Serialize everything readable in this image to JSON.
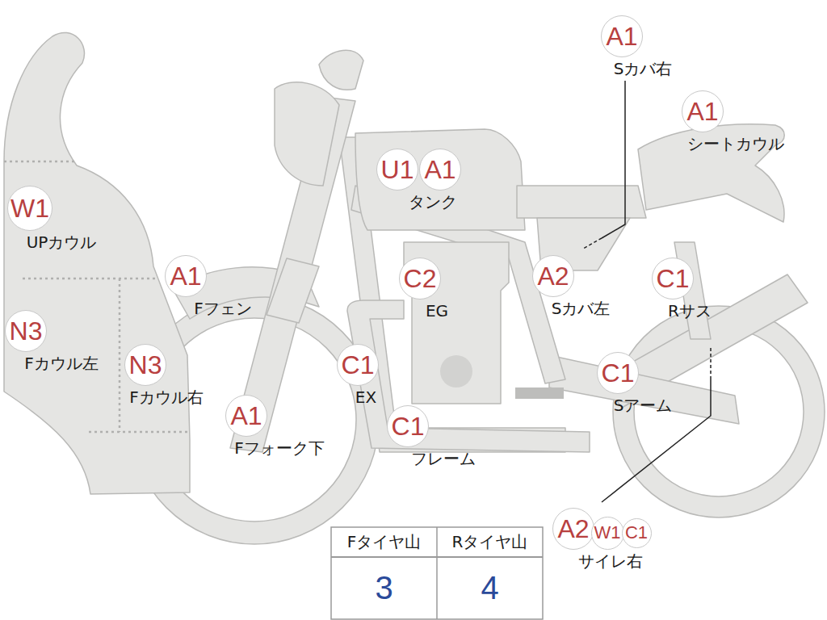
{
  "diagram": {
    "nodes": [
      {
        "text": [
          "A1",
          "Sカバ右"
        ]
      },
      {
        "text": [
          "A1",
          "シートカウル"
        ]
      },
      {
        "text": [
          "U1"
        ]
      },
      {
        "text": [
          "A1",
          "タンク"
        ]
      },
      {
        "text": [
          "W1",
          "UPカウル"
        ]
      },
      {
        "text": [
          "A1",
          "Fフェン"
        ]
      },
      {
        "text": [
          "C2",
          "EG"
        ]
      },
      {
        "text": [
          "A2",
          "Sカバ左"
        ]
      },
      {
        "text": [
          "C1",
          "Rサス"
        ]
      },
      {
        "text": [
          "N3",
          "Fカウル左"
        ]
      },
      {
        "text": [
          "N3",
          "Fカウル右"
        ]
      },
      {
        "text": [
          "C1",
          "EX"
        ]
      },
      {
        "text": [
          "C1",
          "Sアーム"
        ]
      },
      {
        "text": [
          "A1",
          "Fフォーク下"
        ]
      },
      {
        "text": [
          "C1",
          "フレーム"
        ]
      },
      {
        "text": [
          "A2",
          "サイレ右"
        ]
      },
      {
        "text": [
          "W1"
        ]
      },
      {
        "text": [
          "C1"
        ]
      }
    ],
    "labels": [
      "Fタイヤ山",
      "Rタイヤ山",
      "3",
      "4"
    ]
  }
}
